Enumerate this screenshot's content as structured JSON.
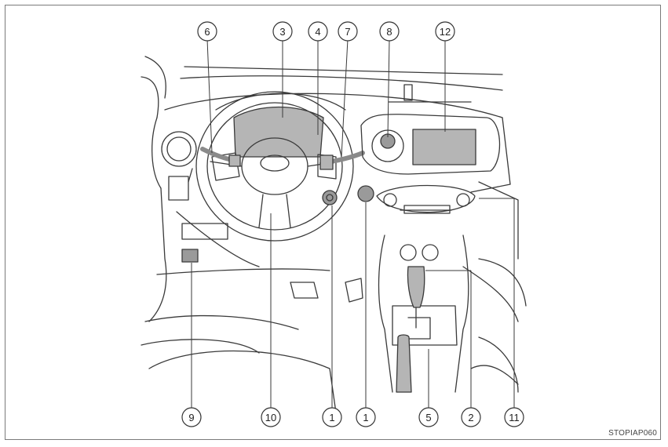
{
  "figure": {
    "code": "STOPIAP060",
    "callouts": [
      {
        "id": "c6",
        "number": "6"
      },
      {
        "id": "c3",
        "number": "3"
      },
      {
        "id": "c4",
        "number": "4"
      },
      {
        "id": "c7",
        "number": "7"
      },
      {
        "id": "c8",
        "number": "8"
      },
      {
        "id": "c12",
        "number": "12"
      },
      {
        "id": "c9",
        "number": "9"
      },
      {
        "id": "c10",
        "number": "10"
      },
      {
        "id": "c1a",
        "number": "1"
      },
      {
        "id": "c1b",
        "number": "1"
      },
      {
        "id": "c5",
        "number": "5"
      },
      {
        "id": "c2",
        "number": "2"
      },
      {
        "id": "c11",
        "number": "11"
      }
    ]
  },
  "colors": {
    "line": "#3a3a3a",
    "highlight": "#b5b5b5",
    "frame": "#7a7a7a"
  }
}
